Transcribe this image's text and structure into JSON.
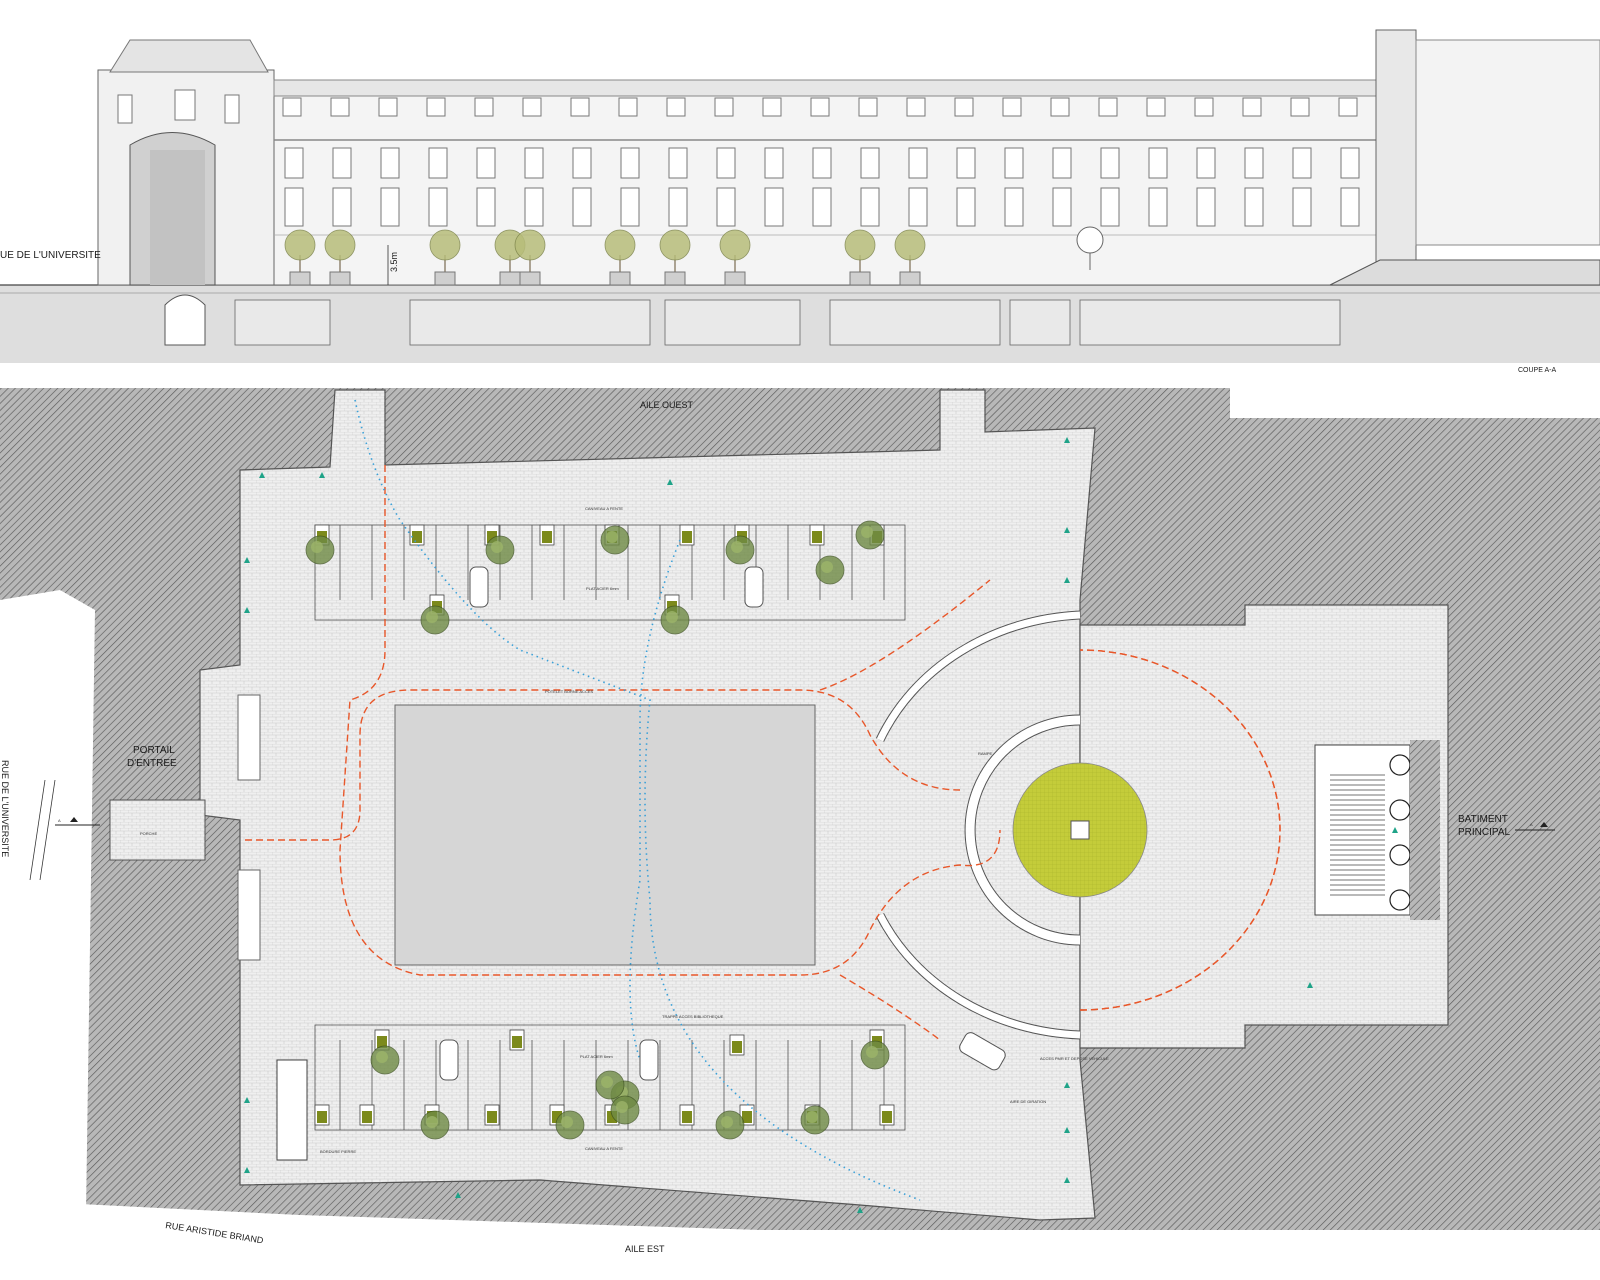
{
  "section": {
    "label_left": "UE DE L'UNIVERSITE",
    "label_coupe": "COUPE A-A",
    "height_marker": "3.5m"
  },
  "plan": {
    "north_label": "AILE OUEST",
    "south_label": "AILE EST",
    "street_south": "RUE ARISTIDE BRIAND",
    "street_west": "RUE DE L'UNIVERSITE",
    "portal_label_1": "PORTAIL",
    "portal_label_2": "D'ENTREE",
    "building_label_1": "BATIMENT",
    "building_label_2": "PRINCIPAL",
    "section_marker": "A",
    "porche_label": "PORCHE",
    "small_notes": [
      "PLAT ACIER 6mm",
      "PLAT ACIER 6mm",
      "CANIVEAU A FENTE",
      "CANIVEAU A FENTE",
      "TRAPPE ACCES BIBLIOTHEQUE",
      "POTELET BORNE ACCES",
      "AIRE DE GIRATION",
      "ACCES PMR ET DEPOSE VEHICULE",
      "BORDURE PIERRE",
      "RAMPE"
    ]
  },
  "colors": {
    "hatch": "#8c8c8c",
    "paving": "#ececec",
    "vehicle_path": "#e8572a",
    "pedestrian_path": "#3aa0d8",
    "planter": "#7c8a1c",
    "lawn": "#c4cc3a",
    "marker": "#1fa388"
  },
  "icons": [
    "tree-icon",
    "car-icon",
    "section-arrow-icon",
    "exit-marker-icon"
  ]
}
